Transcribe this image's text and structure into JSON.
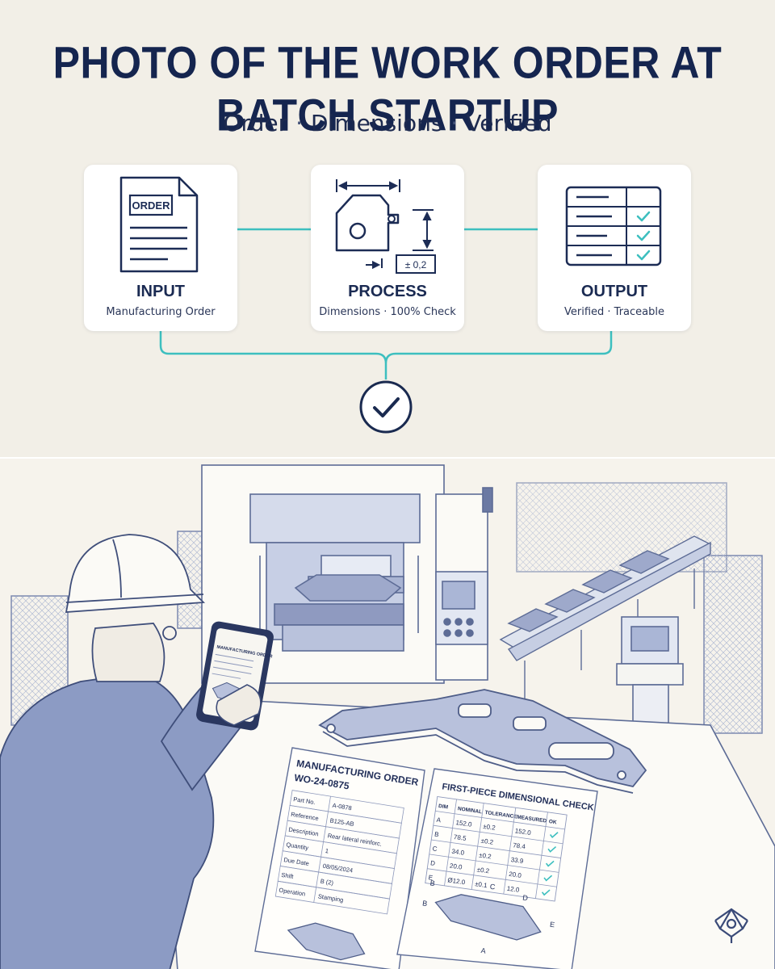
{
  "header": {
    "title": "PHOTO OF THE WORK ORDER AT BATCH STARTUP",
    "subtitle_parts": [
      "Order",
      "Dimensions",
      "Verified"
    ],
    "separator": "·"
  },
  "flow": {
    "input": {
      "badge": "ORDER",
      "label": "INPUT",
      "sub": "Manufacturing Order"
    },
    "process": {
      "tolerance": "± 0,2",
      "label": "PROCESS",
      "sub": "Dimensions · 100% Check"
    },
    "output": {
      "label": "OUTPUT",
      "sub": "Verified · Traceable"
    }
  },
  "colors": {
    "accent": "#3dbfbf",
    "navy": "#1c2c55",
    "line_art": "#5d6c96"
  },
  "manufacturing_order": {
    "heading": "MANUFACTURING ORDER",
    "order_number": "WO-24-0875",
    "rows": [
      {
        "field": "Part No.",
        "value": "A-0878"
      },
      {
        "field": "Reference",
        "value": "B125-AB"
      },
      {
        "field": "Description",
        "value": "Rear lateral reinforc."
      },
      {
        "field": "Quantity",
        "value": "1"
      },
      {
        "field": "Due Date",
        "value": "08/05/2024"
      },
      {
        "field": "Shift",
        "value": "B (2)"
      },
      {
        "field": "Operation",
        "value": "Stamping"
      }
    ]
  },
  "dimensional_check": {
    "heading": "FIRST-PIECE DIMENSIONAL CHECK",
    "columns": [
      "DIM",
      "NOMINAL",
      "TOLERANCE",
      "MEASURED",
      "OK"
    ],
    "rows": [
      {
        "dim": "A",
        "nominal": "152.0",
        "tolerance": "±0.2",
        "measured": "152.0"
      },
      {
        "dim": "B",
        "nominal": "78.5",
        "tolerance": "±0.2",
        "measured": "78.4"
      },
      {
        "dim": "C",
        "nominal": "34.0",
        "tolerance": "±0.2",
        "measured": "33.9"
      },
      {
        "dim": "D",
        "nominal": "20.0",
        "tolerance": "±0.2",
        "measured": "20.0"
      },
      {
        "dim": "E",
        "nominal": "Ø12.0",
        "tolerance": "±0.1",
        "measured": "12.0"
      }
    ],
    "callouts": [
      "B",
      "B",
      "C",
      "D",
      "E",
      "A"
    ]
  },
  "phone": {
    "screen_heading": "MANUFACTURING ORDER"
  }
}
